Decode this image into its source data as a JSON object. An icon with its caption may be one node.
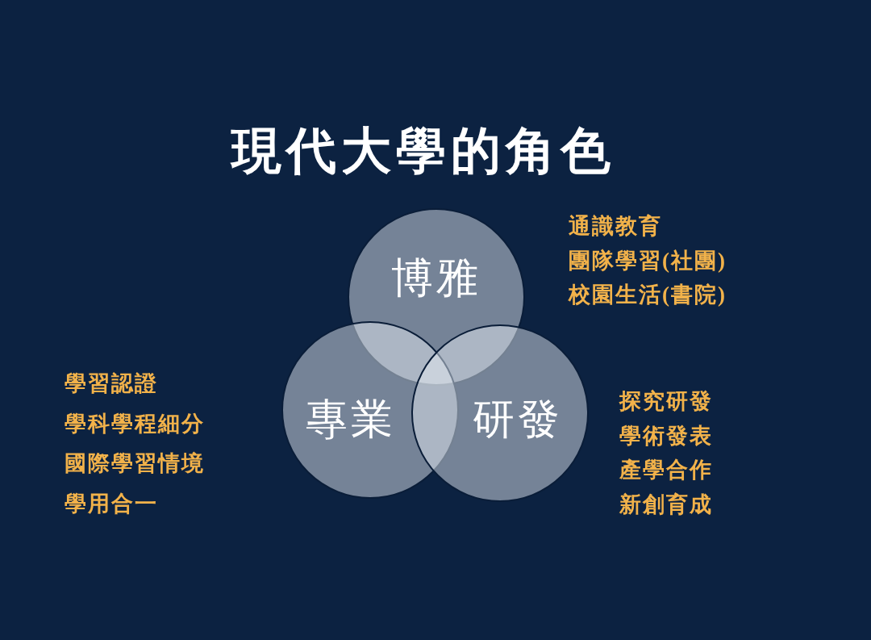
{
  "diagram": {
    "title": "現代大學的角色",
    "nodes": [
      {
        "text": [
          "博雅"
        ],
        "beside": [
          "通識教育",
          "團隊學習(社團)",
          "校園生活(書院)"
        ]
      },
      {
        "text": [
          "專業"
        ],
        "beside": [
          "學習認證",
          "學科學程細分",
          "國際學習情境",
          "學用合一"
        ]
      },
      {
        "text": [
          "研發"
        ],
        "beside": [
          "探究研發",
          "學術發表",
          "產學合作",
          "新創育成"
        ]
      }
    ]
  }
}
